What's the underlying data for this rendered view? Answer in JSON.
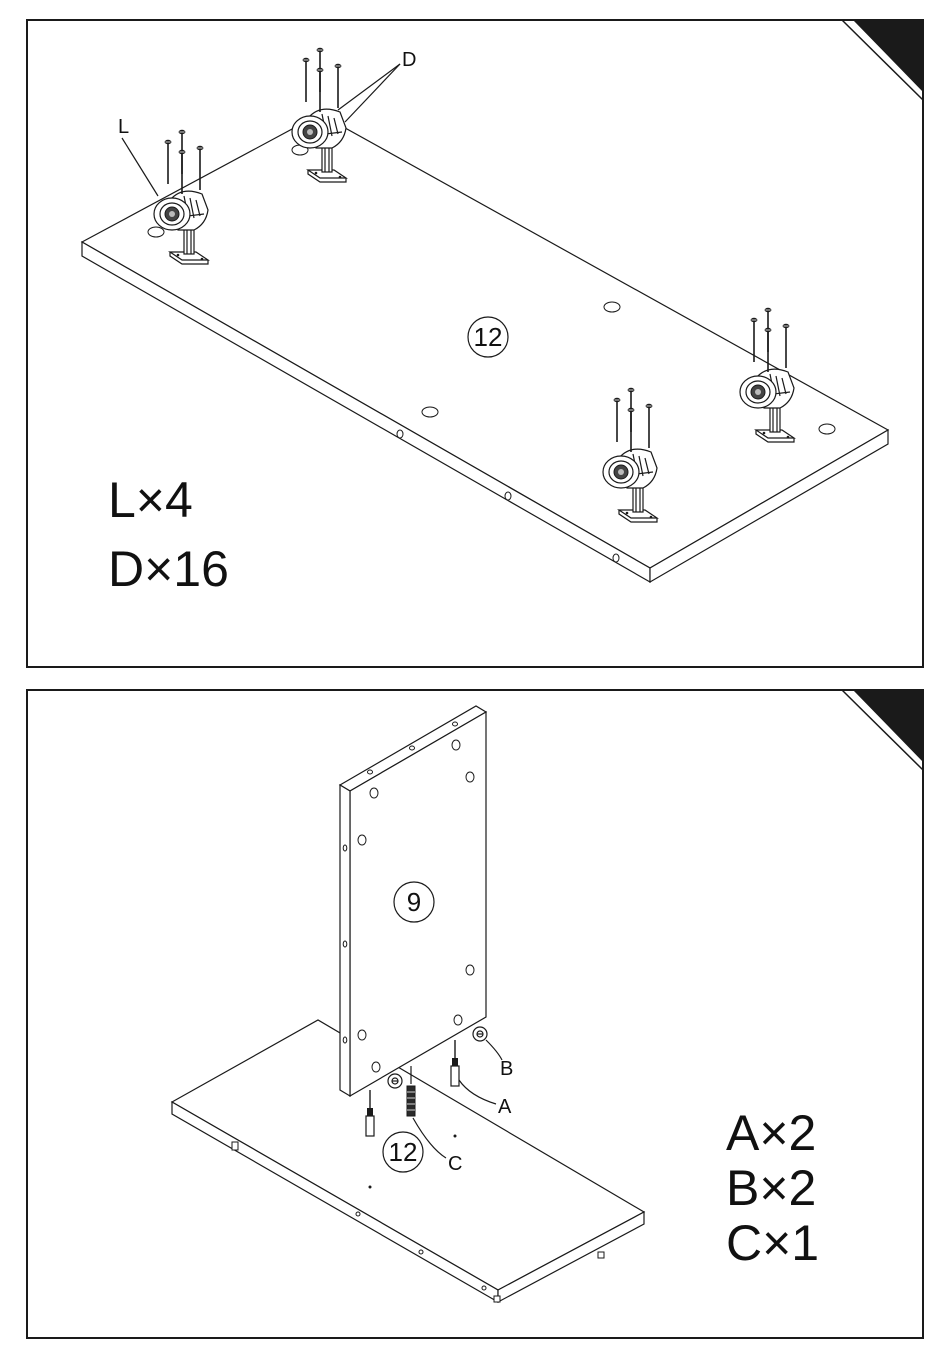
{
  "step1": {
    "panel_number": "12",
    "callouts": {
      "caster": "L",
      "screw": "D"
    },
    "quantities": [
      "L×4",
      "D×16"
    ]
  },
  "step2": {
    "upright_panel_number": "9",
    "base_panel_number": "12",
    "callouts": {
      "a": "A",
      "b": "B",
      "c": "C"
    },
    "quantities": [
      "A×2",
      "B×2",
      "C×1"
    ]
  }
}
